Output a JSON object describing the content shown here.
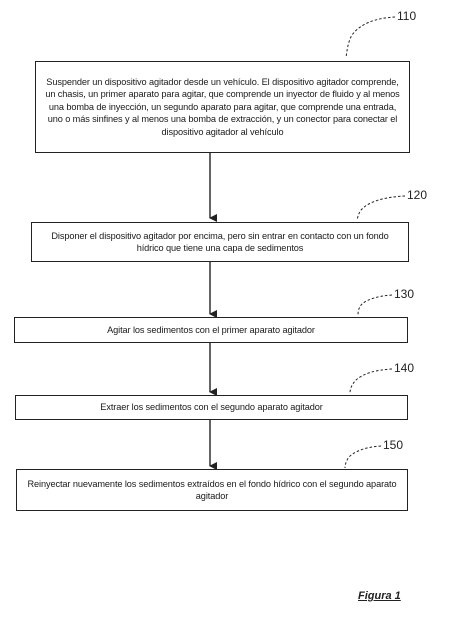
{
  "steps": [
    {
      "ref": "110",
      "text": "Suspender un dispositivo agitador desde un vehículo. El dispositivo agitador comprende, un chasis, un primer aparato para agitar, que comprende un inyector de fluido y al menos una bomba de inyección, un segundo aparato para agitar, que comprende una entrada, uno o más sinfines y al menos una bomba de extracción, y un conector para conectar el dispositivo agitador al vehículo"
    },
    {
      "ref": "120",
      "text": "Disponer el dispositivo agitador por encima, pero sin entrar en contacto con un fondo hídrico que tiene una capa de sedimentos"
    },
    {
      "ref": "130",
      "text": "Agitar los sedimentos con el primer aparato agitador"
    },
    {
      "ref": "140",
      "text": "Extraer los sedimentos con el segundo aparato agitador"
    },
    {
      "ref": "150",
      "text": "Reinyectar nuevamente los sedimentos extraídos en el fondo hídrico con el segundo aparato agitador"
    }
  ],
  "figure_label": "Figura 1"
}
